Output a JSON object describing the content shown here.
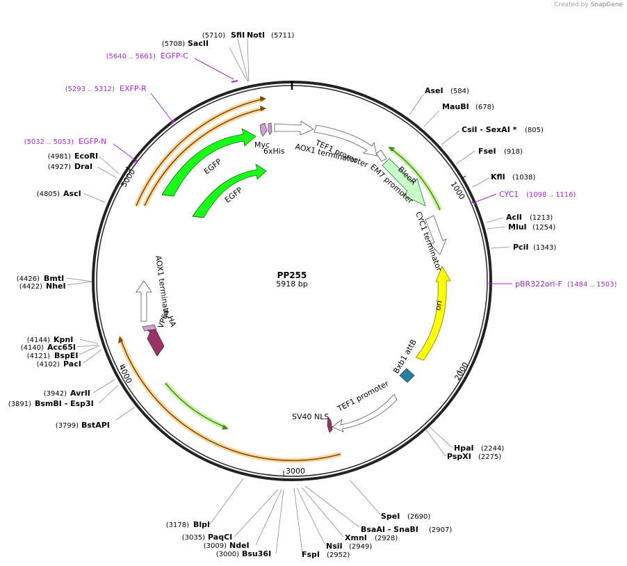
{
  "credit": {
    "prefix": "Created by",
    "brand": "SnapGene"
  },
  "plasmid": {
    "name": "PP255",
    "length_label": "5918 bp",
    "length": 5918
  },
  "ticks": [
    {
      "pos": 1000,
      "label": "1000"
    },
    {
      "pos": 2000,
      "label": "2000"
    },
    {
      "pos": 3000,
      "label": "3000"
    },
    {
      "pos": 4000,
      "label": "4000"
    },
    {
      "pos": 5000,
      "label": "5000"
    }
  ],
  "sites": [
    {
      "name": "SfiI",
      "pos": "(5710)",
      "side": "left"
    },
    {
      "name": "NotI",
      "pos": "(5711)",
      "side": "right"
    },
    {
      "name": "SacII",
      "pos": "(5708)",
      "side": "left"
    },
    {
      "name": "AseI",
      "pos": "(584)",
      "side": "right"
    },
    {
      "name": "MauBI",
      "pos": "(678)",
      "side": "right"
    },
    {
      "name": "CsiI  - SexAI *",
      "pos": "(805)",
      "side": "right"
    },
    {
      "name": "FseI",
      "pos": "(918)",
      "side": "right"
    },
    {
      "name": "KflI",
      "pos": "(1038)",
      "side": "right"
    },
    {
      "name": "AclI",
      "pos": "(1213)",
      "side": "right"
    },
    {
      "name": "MluI",
      "pos": "(1254)",
      "side": "right"
    },
    {
      "name": "PciI",
      "pos": "(1343)",
      "side": "right"
    },
    {
      "name": "HpaI",
      "pos": "(2244)",
      "side": "right"
    },
    {
      "name": "PspXI",
      "pos": "(2275)",
      "side": "right"
    },
    {
      "name": "SpeI",
      "pos": "(2690)",
      "side": "right"
    },
    {
      "name": "BsaAI  - SnaBI",
      "pos": "(2907)",
      "side": "right"
    },
    {
      "name": "XmnI",
      "pos": "(2928)",
      "side": "right"
    },
    {
      "name": "NsiI",
      "pos": "(2949)",
      "side": "right"
    },
    {
      "name": "FspI",
      "pos": "(2952)",
      "side": "right"
    },
    {
      "name": "Bsu36I",
      "pos": "(3000)",
      "side": "left"
    },
    {
      "name": "NdeI",
      "pos": "(3009)",
      "side": "left"
    },
    {
      "name": "PaqCI",
      "pos": "(3035)",
      "side": "left"
    },
    {
      "name": "BlpI",
      "pos": "(3178)",
      "side": "left"
    },
    {
      "name": "BstAPI",
      "pos": "(3799)",
      "side": "left"
    },
    {
      "name": "BsmBI   - Esp3I",
      "pos": "(3891)",
      "side": "left"
    },
    {
      "name": "AvrII",
      "pos": "(3942)",
      "side": "left"
    },
    {
      "name": "PacI",
      "pos": "(4102)",
      "side": "left"
    },
    {
      "name": "BspEI",
      "pos": "(4121)",
      "side": "left"
    },
    {
      "name": "Acc65I",
      "pos": "(4140)",
      "side": "left"
    },
    {
      "name": "KpnI",
      "pos": "(4144)",
      "side": "left"
    },
    {
      "name": "NheI",
      "pos": "(4422)",
      "side": "left"
    },
    {
      "name": "BmtI",
      "pos": "(4426)",
      "side": "left"
    },
    {
      "name": "AscI",
      "pos": "(4805)",
      "side": "left"
    },
    {
      "name": "DraI",
      "pos": "(4927)",
      "side": "left"
    },
    {
      "name": "EcoRI",
      "pos": "(4981)",
      "side": "left"
    }
  ],
  "primers": [
    {
      "name": "EGFP-C",
      "range": "(5640 .. 5661)"
    },
    {
      "name": "EXFP-R",
      "range": "(5293 .. 5312)"
    },
    {
      "name": "EGFP-N",
      "range": "(5032 .. 5053)"
    },
    {
      "name": "CYC1",
      "range": "(1098 .. 1116)"
    },
    {
      "name": "pBR322ori-F",
      "range": "(1484 .. 1503)"
    }
  ],
  "features": [
    {
      "name": "EGFP",
      "color": "#1aff1a"
    },
    {
      "name": "EGFP",
      "color": "#1aff1a"
    },
    {
      "name": "Myc",
      "color": "#c8a2c8"
    },
    {
      "name": "6xHis",
      "color": "#c8a2c8"
    },
    {
      "name": "AOX1 terminator",
      "color": "#ffffff"
    },
    {
      "name": "TEF1 promoter",
      "color": "#ffffff"
    },
    {
      "name": "EM7 promoter",
      "color": "#ffffff"
    },
    {
      "name": "BleoR",
      "color": "#c8ffc8"
    },
    {
      "name": "CYC1 terminator",
      "color": "#ffffff"
    },
    {
      "name": "ori",
      "color": "#ffff00"
    },
    {
      "name": "Bxb1 attB",
      "color": "#2a7e99"
    },
    {
      "name": "TEF1 promoter",
      "color": "#ffffff"
    },
    {
      "name": "SV40 NLS",
      "color": "#993366"
    },
    {
      "name": "AOX1 terminator",
      "color": "#ffffff"
    },
    {
      "name": "HA",
      "color": "#c8a2c8"
    },
    {
      "name": "VP64",
      "color": "#993366"
    }
  ],
  "colors": {
    "orf": "#f5a623",
    "green_orf": "#7fd13b",
    "primer": "#a02bd0",
    "backbone": "#000000"
  }
}
